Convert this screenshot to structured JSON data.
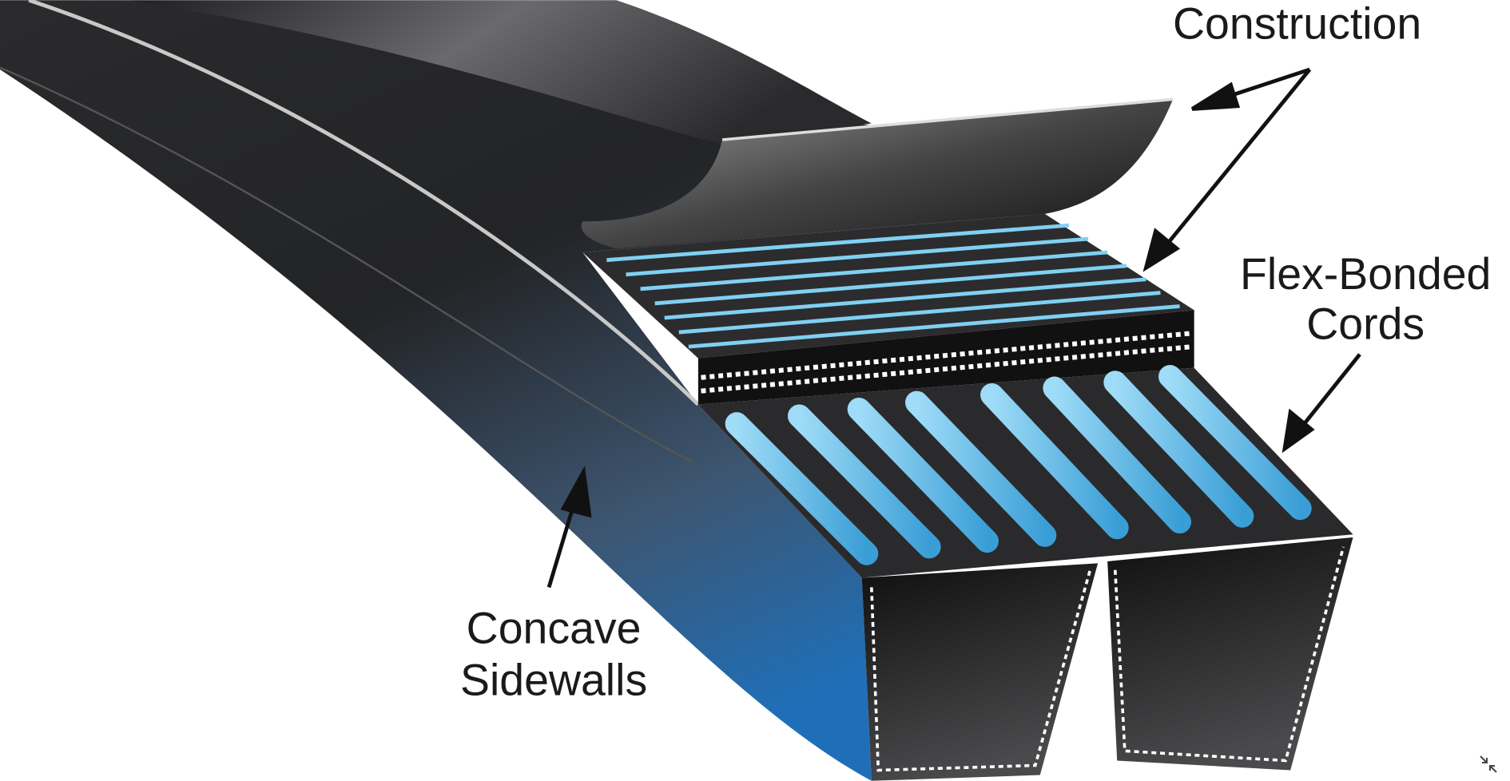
{
  "labels": {
    "construction": "Construction",
    "flex_bonded_line1": "Flex-Bonded",
    "flex_bonded_line2": "Cords",
    "concave_line1": "Concave",
    "concave_line2": "Sidewalls"
  },
  "icons": {
    "collapse": "collapse-arrows-icon"
  },
  "colors": {
    "belt_dark": "#1c1c1e",
    "belt_blue": "#1f6fb8",
    "cord_blue": "#6cc2ec",
    "rib_blue": "#7fd0f2",
    "text": "#1a1a1a"
  }
}
